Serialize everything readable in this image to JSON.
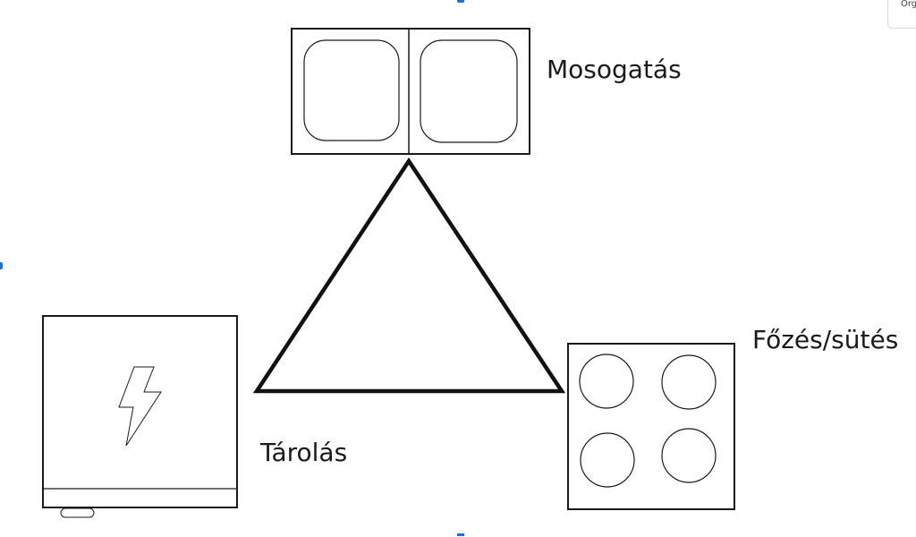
{
  "labels": {
    "washing": "Mosogatás",
    "cooking": "Főzés/sütés",
    "storage": "Tárolás"
  },
  "corner_widget": {
    "text": "Org"
  },
  "icons": {
    "sink": "double-sink-icon",
    "stove": "cooktop-icon",
    "fridge": "refrigerator-icon",
    "lightning": "lightning-bolt-icon",
    "triangle": "work-triangle"
  },
  "colors": {
    "stroke": "#1a1a1a",
    "selection_handle": "#1e6fd9"
  }
}
